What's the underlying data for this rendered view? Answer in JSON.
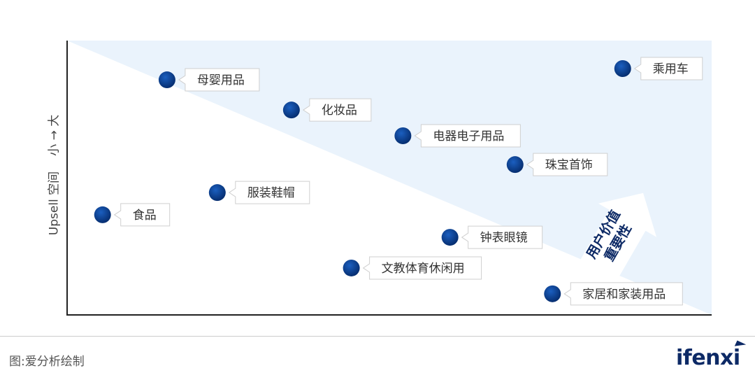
{
  "chart_data": {
    "type": "scatter",
    "title": "",
    "ylabel": "Upsell 空间",
    "ylabel_scale": "小 → 大",
    "xlabel": "",
    "xlim": [
      0,
      100
    ],
    "ylim": [
      0,
      100
    ],
    "grid": false,
    "annotation": {
      "line1": "用户价值",
      "line2": "重要性"
    },
    "points": [
      {
        "label": "母婴用品",
        "x": 15.5,
        "y": 85.7
      },
      {
        "label": "化妆品",
        "x": 34.8,
        "y": 74.7
      },
      {
        "label": "乘用车",
        "x": 86.2,
        "y": 89.8
      },
      {
        "label": "电器电子用品",
        "x": 52.1,
        "y": 65.3
      },
      {
        "label": "珠宝首饰",
        "x": 69.5,
        "y": 54.8
      },
      {
        "label": "服装鞋帽",
        "x": 23.3,
        "y": 44.6
      },
      {
        "label": "食品",
        "x": 5.5,
        "y": 36.5
      },
      {
        "label": "钟表眼镜",
        "x": 59.4,
        "y": 28.3
      },
      {
        "label": "文教体育休闲用",
        "x": 44.1,
        "y": 17.1
      },
      {
        "label": "家居和家装用品",
        "x": 75.3,
        "y": 7.7
      }
    ],
    "colors": {
      "point": "#0b3f8f",
      "region": "#eaf3fc",
      "axis": "#222222"
    }
  },
  "footer": {
    "source": "图:爱分析绘制",
    "logo": "ifenxi"
  }
}
